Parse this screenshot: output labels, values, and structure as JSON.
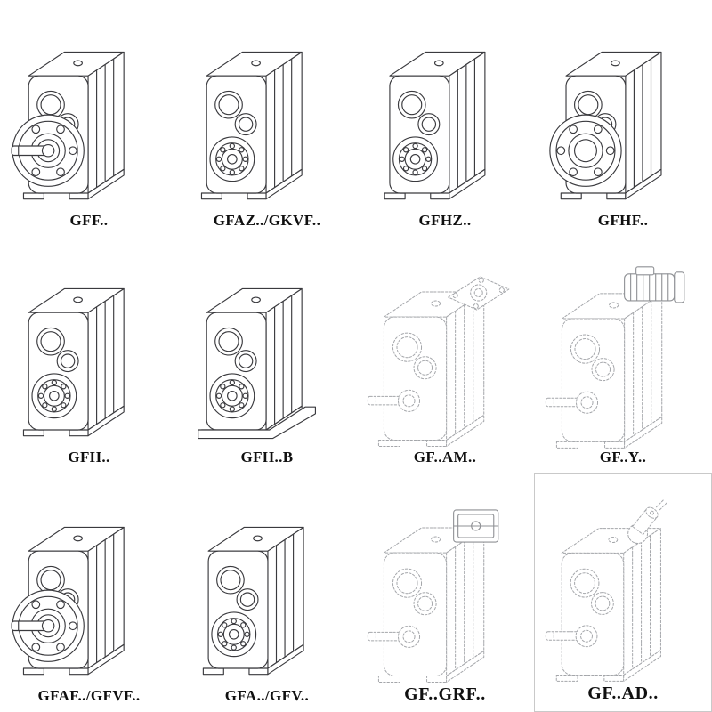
{
  "page": {
    "type": "gearbox-catalog-page",
    "description": "Grid of parallel-shaft helical gearbox technical line drawings with model designations"
  },
  "catalog": {
    "items": [
      {
        "label": "GFF..",
        "style": "solid",
        "drawing": "flange-output-with-shaft"
      },
      {
        "label": "GFAZ../GKVF..",
        "style": "solid",
        "drawing": "hollow-shaft"
      },
      {
        "label": "GFHZ..",
        "style": "solid",
        "drawing": "hollow-shaft"
      },
      {
        "label": "GFHF..",
        "style": "solid",
        "drawing": "flange-output"
      },
      {
        "label": "GFH..",
        "style": "solid",
        "drawing": "hollow-shaft"
      },
      {
        "label": "GFH..B",
        "style": "solid",
        "drawing": "hollow-shaft-with-base"
      },
      {
        "label": "GF..AM..",
        "style": "phantom",
        "drawing": "with-iec-adapter-flange"
      },
      {
        "label": "GF..Y..",
        "style": "phantom",
        "drawing": "with-motor"
      },
      {
        "label": "GFAF../GFVF..",
        "style": "solid",
        "drawing": "flange-output-with-shaft"
      },
      {
        "label": "GFA../GFV..",
        "style": "solid",
        "drawing": "hollow-shaft"
      },
      {
        "label": "GF..GRF..",
        "style": "phantom",
        "drawing": "with-input-bracket"
      },
      {
        "label": "GF..AD..",
        "style": "phantom",
        "drawing": "with-input-shaft-adapter"
      }
    ]
  },
  "colors": {
    "ink": "#3a3a3e",
    "ghost": "#a4a6aa",
    "background": "#ffffff",
    "label": "#101010",
    "box_border": "#c9c9c9"
  }
}
